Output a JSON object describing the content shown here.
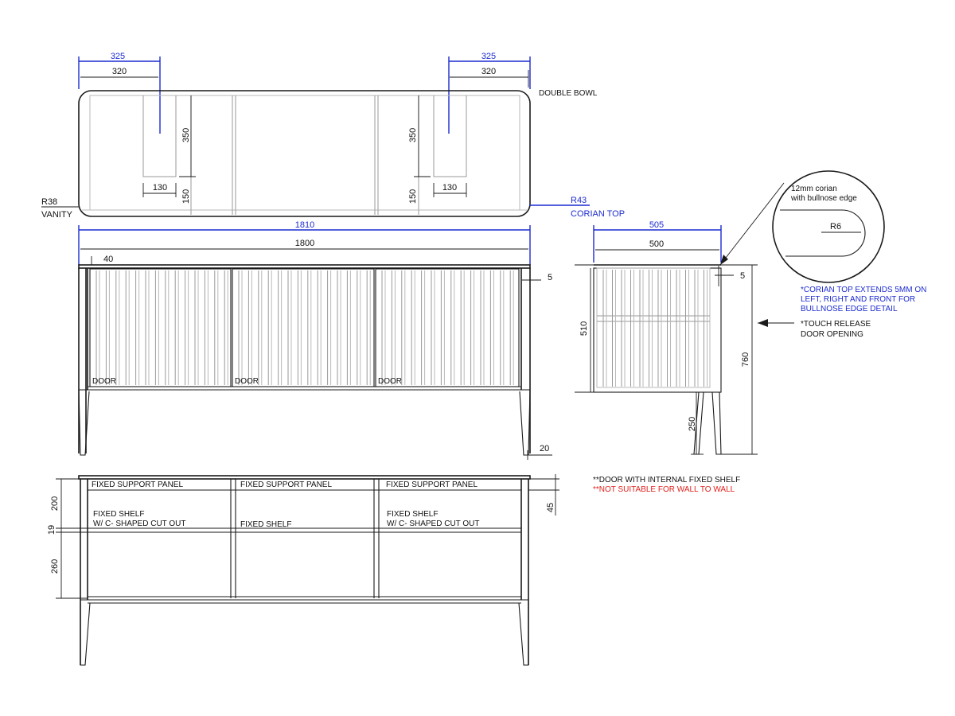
{
  "labels": {
    "double_bowl": "DOUBLE BOWL",
    "r38": "R38",
    "vanity": "VANITY",
    "r43": "R43",
    "corian_top": "CORIAN TOP",
    "door": "DOOR",
    "detail_line1": "12mm corian",
    "detail_line2": "with bullnose edge",
    "r6": "R6",
    "note_corian": [
      "*CORIAN TOP EXTENDS 5MM ON",
      "LEFT, RIGHT AND FRONT FOR",
      "BULLNOSE EDGE DETAIL"
    ],
    "note_touch": [
      "*TOUCH RELEASE",
      "DOOR OPENING"
    ],
    "note_door_shelf": "**DOOR WITH INTERNAL FIXED SHELF",
    "note_wall": "**NOT SUITABLE FOR WALL TO WALL",
    "fixed_support_panel": "FIXED SUPPORT PANEL",
    "fixed_shelf": "FIXED SHELF",
    "cutout_line1": "FIXED SHELF",
    "cutout_line2": "W/ C- SHAPED CUT OUT"
  },
  "dims": {
    "top_blue_left": "325",
    "top_black_left": "320",
    "top_blue_right": "325",
    "top_black_right": "320",
    "basin_depth": "350",
    "basin_offset": "150",
    "basin_width": "130",
    "front_blue_width": "1810",
    "front_black_width": "1800",
    "top_overhang": "40",
    "top_edge": "5",
    "leg_base": "20",
    "side_blue_width": "505",
    "side_black_width": "500",
    "side_edge": "5",
    "side_body_height": "510",
    "side_total_height": "760",
    "side_leg_height": "250",
    "int_top": "200",
    "int_shelf": "19",
    "int_bottom": "260",
    "int_panel": "45"
  },
  "colors": {
    "dimension_blue": "#1c2bd0",
    "warning_red": "#e0201b"
  }
}
